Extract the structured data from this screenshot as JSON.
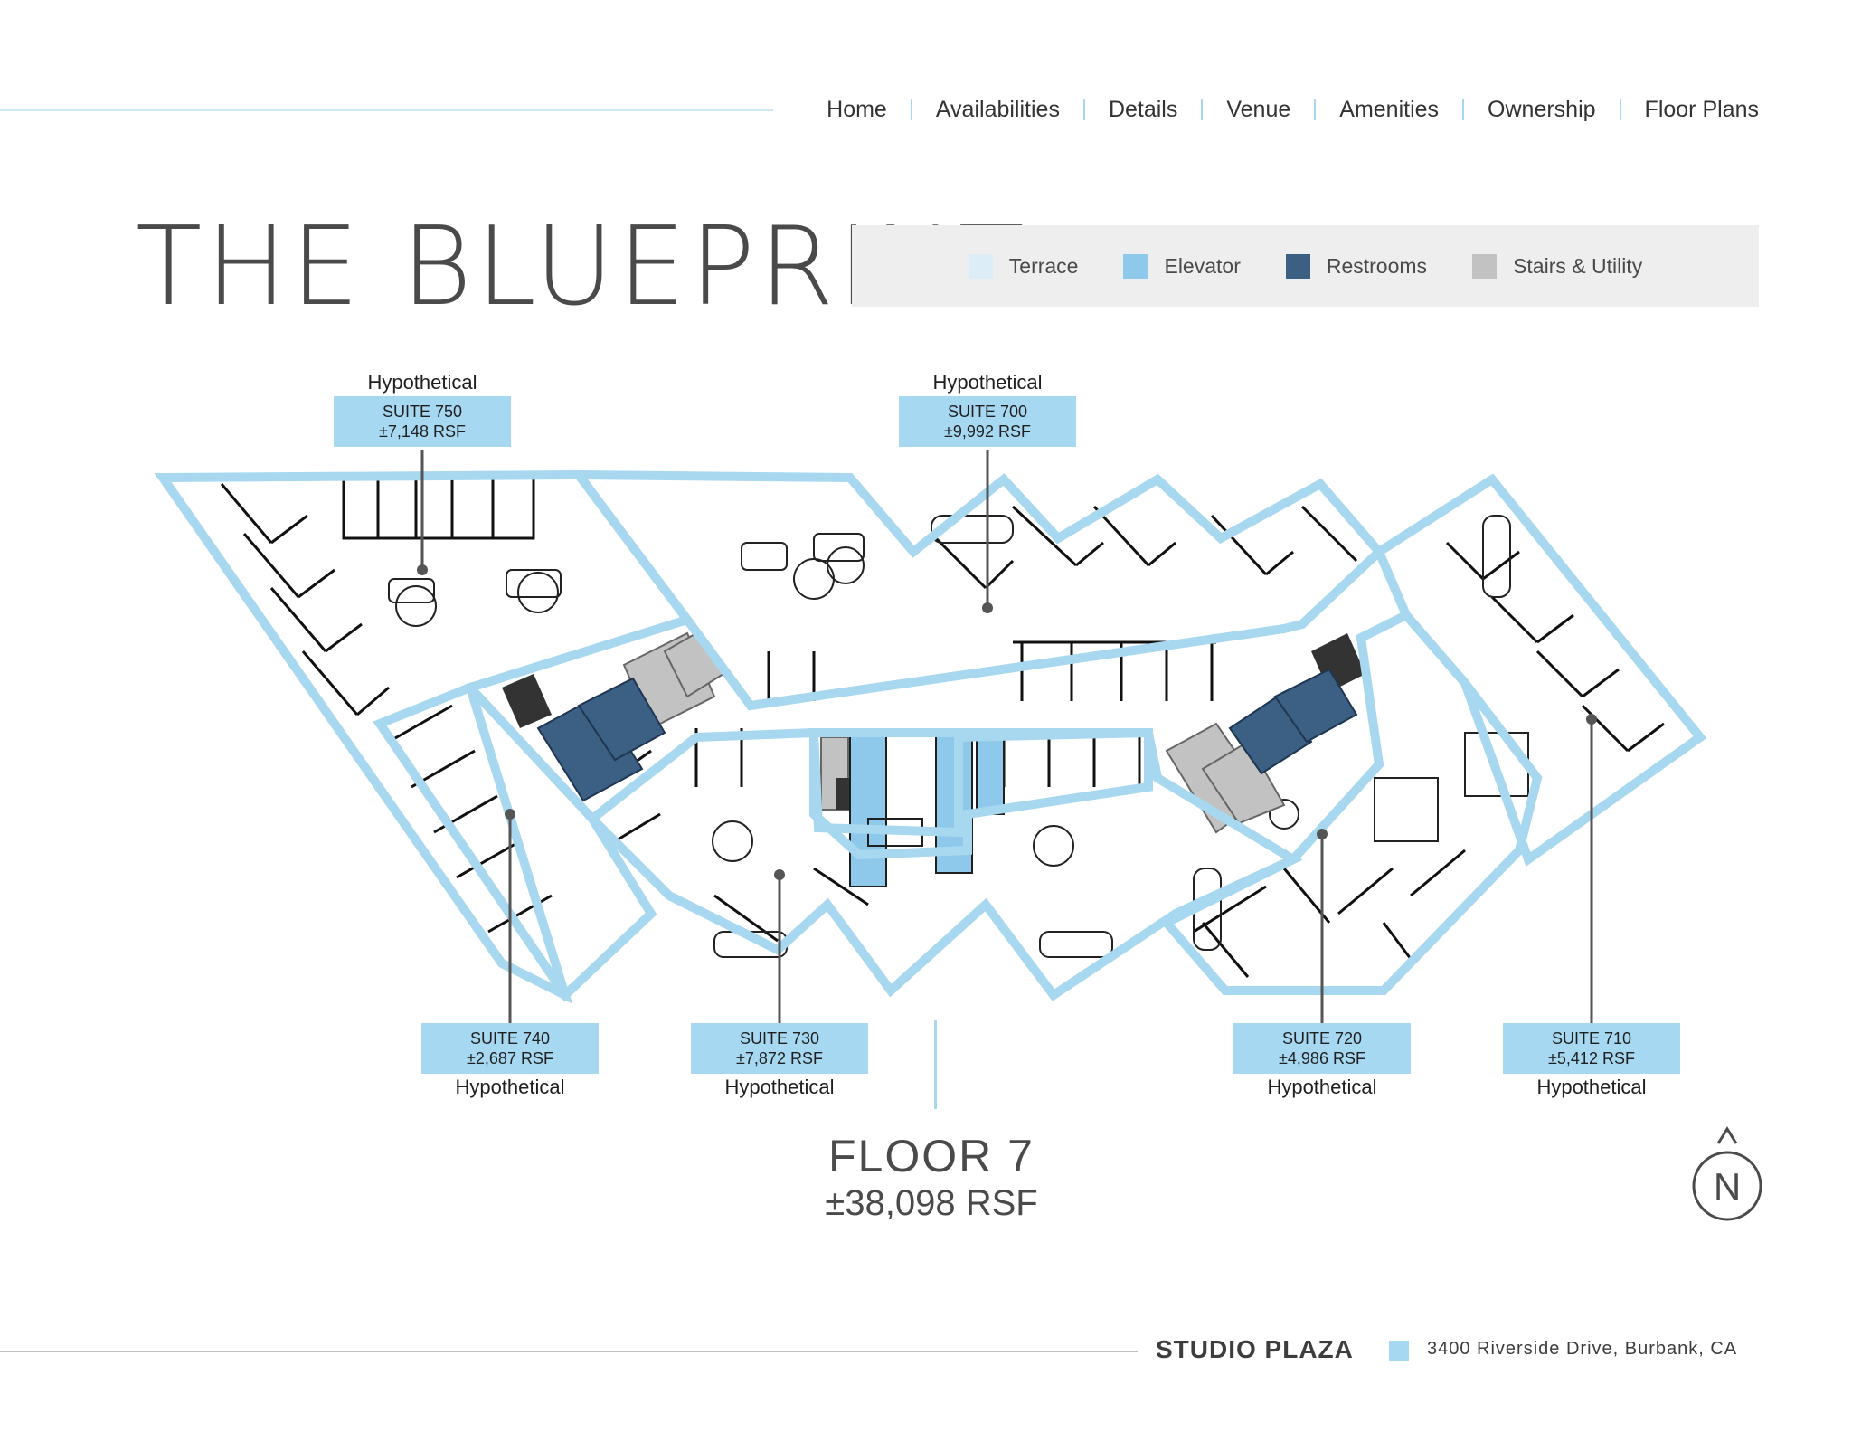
{
  "nav": {
    "items": [
      "Home",
      "Availabilities",
      "Details",
      "Venue",
      "Amenities",
      "Ownership",
      "Floor Plans"
    ]
  },
  "title": "THE BLUEPRINT",
  "legend": [
    {
      "label": "Terrace",
      "color": "#dcedf8"
    },
    {
      "label": "Elevator",
      "color": "#8ec9ec"
    },
    {
      "label": "Restrooms",
      "color": "#3c5f84"
    },
    {
      "label": "Stairs & Utility",
      "color": "#c2c2c2"
    }
  ],
  "suites": {
    "s750": {
      "name": "SUITE 750",
      "rsf": "±7,148 RSF",
      "note": "Hypothetical"
    },
    "s700": {
      "name": "SUITE 700",
      "rsf": "±9,992 RSF",
      "note": "Hypothetical"
    },
    "s740": {
      "name": "SUITE 740",
      "rsf": "±2,687 RSF",
      "note": "Hypothetical"
    },
    "s730": {
      "name": "SUITE 730",
      "rsf": "±7,872 RSF",
      "note": "Hypothetical"
    },
    "s720": {
      "name": "SUITE 720",
      "rsf": "±4,986 RSF",
      "note": "Hypothetical"
    },
    "s710": {
      "name": "SUITE 710",
      "rsf": "±5,412 RSF",
      "note": "Hypothetical"
    }
  },
  "floor": {
    "title": "FLOOR 7",
    "rsf": "±38,098 RSF"
  },
  "compass": {
    "label": "N",
    "icon": "north-arrow-icon"
  },
  "footer": {
    "brand": "STUDIO PLAZA",
    "address": "3400 Riverside Drive, Burbank, CA"
  },
  "colors": {
    "accent": "#a7d8f2",
    "outline": "#a7d8ef",
    "walls": "#111111"
  }
}
